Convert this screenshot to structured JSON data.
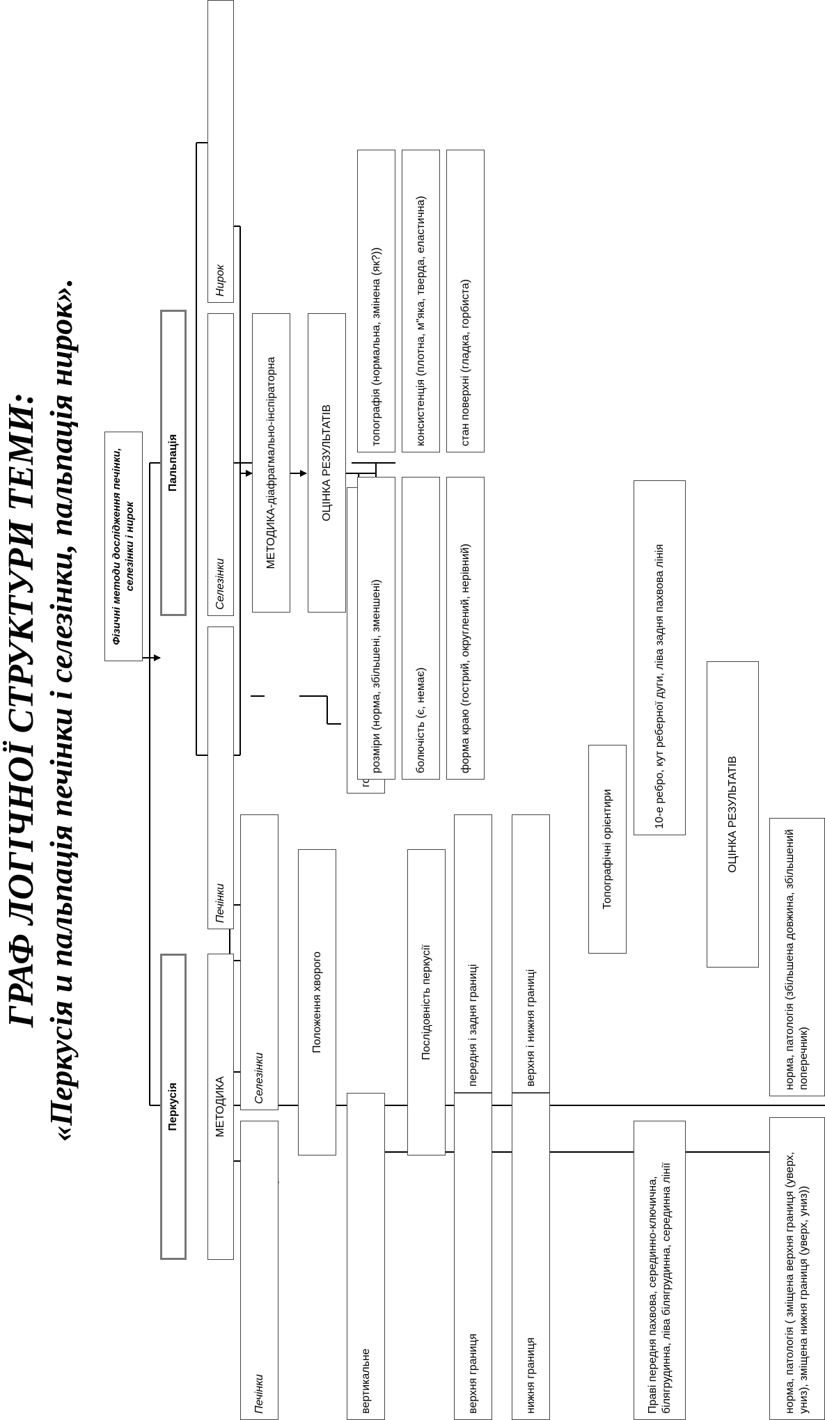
{
  "title": "ГРАФ ЛОГІЧНОЇ СТРУКТУРИ ТЕМИ:",
  "subtitle": "«Перкусія и пальпація печінки і селезінки, пальпація нирок».",
  "root": "Фізичні методи дослідження печінки, селезінки і нирок",
  "percussion": {
    "label": "Перкусія",
    "method": "МЕТОДИКА",
    "liver": "Печінки",
    "spleen": "Селезінки",
    "position": "Положення хворого",
    "vertical": "вертикальне",
    "horizontal": "горизонтальне на лівому боці",
    "sequence": "Послідовність перкусії",
    "upper_border": "верхня границя",
    "lower_border": "нижня границя",
    "front_back": "передня і задня границі",
    "upper_lower": "верхня і нижня границі",
    "topo": "Топографічні орієнтири",
    "topo_liver": "Праві передня пахвова, серединно-ключична, білягрудинна, ліва білягрудинна, серединна лінії",
    "topo_spleen": "10-е ребро, кут реберної дуги, ліва задня пахвова лінія",
    "results": "ОЦІНКА РЕЗУЛЬТАТІВ",
    "res_liver": "норма, патологія ( зміщена верхня границя (уверх, униз), зміщена нижня границя (уверх, униз))",
    "res_spleen": "норма, патологія (збільшена довжина, збільшений поперечник)"
  },
  "palpation": {
    "label": "Пальпація",
    "liver": "Печінки",
    "spleen": "Селезінки",
    "kidney": "Нирок",
    "method": "МЕТОДИКА-діафрагмально-інспіраторна",
    "results": "ОЦІНКА РЕЗУЛЬТАТІВ",
    "size": "розміри (норма, збільшені, зменшені)",
    "pain": "болючість (є, немає)",
    "edge": "форма краю (гострий, округлений, нерівний)",
    "topography": "топографія (нормальна, змінена (як?))",
    "consistency": "консистенція (плотна, м\"яка, тверда, еластична)",
    "surface": "стан поверхні (гладка, горбиста)"
  }
}
